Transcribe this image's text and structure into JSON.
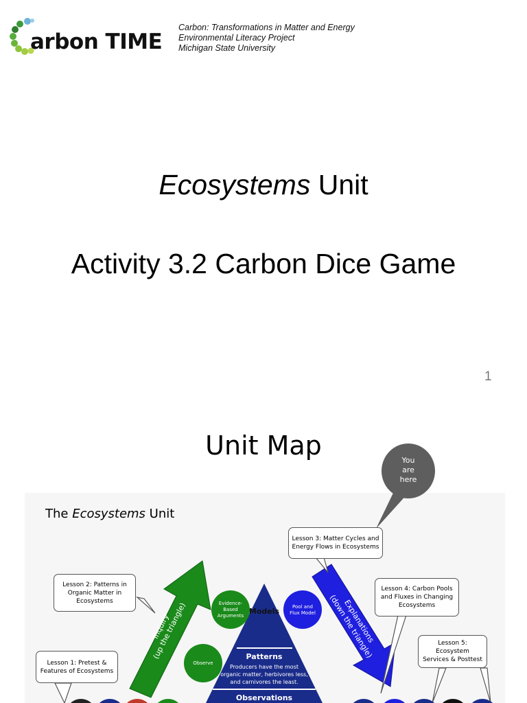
{
  "slide1": {
    "logo": {
      "letter": "C",
      "rest": "arbon TIME"
    },
    "tagline": [
      "Carbon: Transformations in Matter and Energy",
      "Environmental Literacy Project",
      "Michigan State University"
    ],
    "title": {
      "emphasis": "Ecosystems",
      "rest": " Unit"
    },
    "activity": "Activity 3.2 Carbon Dice Game",
    "page_number": "1"
  },
  "slide2": {
    "title": "Unit Map",
    "bubble": [
      "You",
      "are",
      "here"
    ],
    "heading": {
      "prefix": "The ",
      "emphasis": "Ecosystems",
      "suffix": " Unit"
    },
    "lessons": {
      "lesson1": [
        "Lesson 1: Pretest &",
        "Features of Ecosystems"
      ],
      "lesson2": [
        "Lesson 2: Patterns in",
        "Organic Matter in",
        "Ecosystems"
      ],
      "lesson3": [
        "Lesson 3: Matter Cycles and",
        "Energy Flows in Ecosystems"
      ],
      "lesson4": [
        "Lesson 4: Carbon Pools",
        "and Fluxes in Changing",
        "Ecosystems"
      ],
      "lesson5": [
        "Lesson 5: Ecosystem",
        "Services & Posttest"
      ]
    },
    "circles": {
      "evidence": [
        "Evidence-",
        "Based",
        "Arguments"
      ],
      "pool": [
        "Pool and",
        "Flux Model"
      ],
      "observe": "Observe"
    },
    "pyramid": {
      "models": "Models",
      "patterns": "Patterns",
      "patterns_text": [
        "Producers have the most",
        "organic matter, herbivores less,",
        "and carnivores the least."
      ],
      "observations": "Observations"
    },
    "arrows": {
      "inquiry": [
        "Inquiry",
        "(up the triangle)"
      ],
      "explanations": [
        "Explanations",
        "(down the triangle)"
      ]
    },
    "colors": {
      "green": "#1a8a1a",
      "blue": "#1f1fe0",
      "navy": "#1a2c8a",
      "gray": "#5e5e5e"
    }
  }
}
